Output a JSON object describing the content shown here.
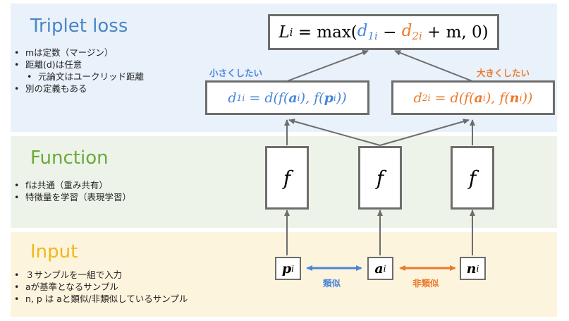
{
  "colors": {
    "blue": "#4a86d8",
    "orange": "#ea7a2c",
    "title_blue": "#4a86c8",
    "title_green": "#6aaa3a",
    "title_yellow": "#f0b81c",
    "gray": "#6d6d6d"
  },
  "triplet": {
    "title": "Triplet loss",
    "bullets": [
      {
        "text": "mは定数（マージン）",
        "level": 1
      },
      {
        "text": "距離(d)は任意",
        "level": 1
      },
      {
        "text": "元論文はユークリッド距離",
        "level": 2
      },
      {
        "text": "別の定義もある",
        "level": 1
      }
    ],
    "small_label": "小さくしたい",
    "big_label": "大きくしたい"
  },
  "function": {
    "title": "Function",
    "bullets": [
      {
        "text": "fは共通（重み共有）",
        "level": 1
      },
      {
        "text": "特徴量を学習（表現学習）",
        "level": 1
      }
    ],
    "f_symbol": "f"
  },
  "input": {
    "title": "Input",
    "bullets": [
      {
        "text": "３サンプルを一組で入力",
        "level": 1
      },
      {
        "text": "aが基準となるサンプル",
        "level": 1
      },
      {
        "text": "n, p は aと類似/非類似しているサンプル",
        "level": 1
      }
    ],
    "similar_label": "類似",
    "dissimilar_label": "非類似"
  },
  "formula": {
    "loss": {
      "lhs": "L",
      "lhs_sub": "i",
      "eq": " = max(",
      "d1": "d",
      "d1_sub": "1i",
      "minus": " − ",
      "d2": "d",
      "d2_sub": "2i",
      "tail": " + m, 0)"
    },
    "d1": {
      "lhs": "d",
      "lhs_sub": "1i",
      "mid": " = d(f(",
      "a": "a",
      "a_sub": "i",
      "sep": "), f(",
      "x": "p",
      "x_sub": "i",
      "end": "))"
    },
    "d2": {
      "lhs": "d",
      "lhs_sub": "2i",
      "mid": " = d(f(",
      "a": "a",
      "a_sub": "i",
      "sep": "), f(",
      "x": "n",
      "x_sub": "i",
      "end": "))"
    }
  },
  "inputs": {
    "p": {
      "sym": "p",
      "sub": "i"
    },
    "a": {
      "sym": "a",
      "sub": "i"
    },
    "n": {
      "sym": "n",
      "sub": "i"
    }
  }
}
